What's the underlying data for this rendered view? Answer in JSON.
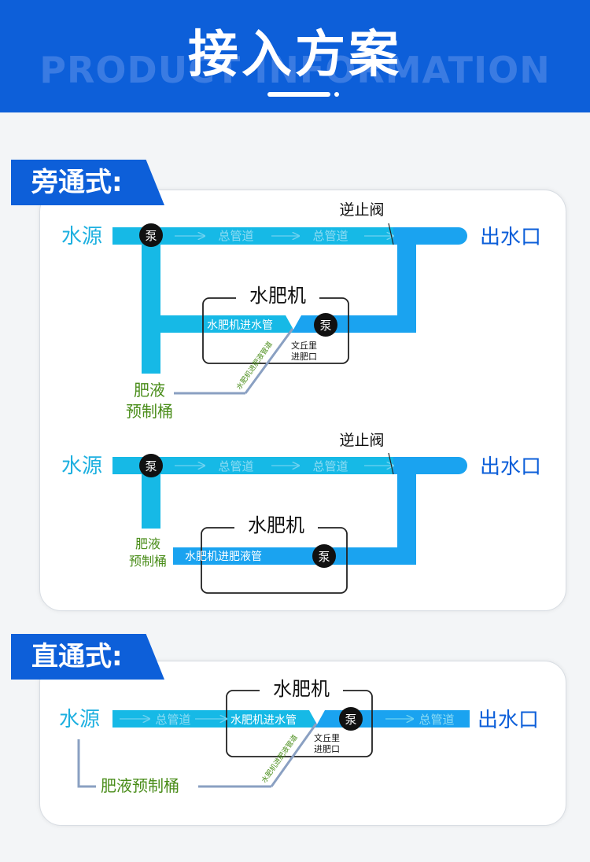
{
  "header": {
    "title": "接入方案",
    "bg_text": "PRODUCT INFORMATION"
  },
  "colors": {
    "brand_blue": "#0d5fd9",
    "pipe_cyan": "#16b9e6",
    "pipe_blue": "#1aa3f0",
    "fert_green": "#4a8d1a",
    "label_blue": "#1e8fe0"
  },
  "bypass": {
    "tag": "旁通式:",
    "d1": {
      "source": "水源",
      "pump": "泵",
      "main_pipe_1": "总管道",
      "main_pipe_2": "总管道",
      "check_valve": "逆止阀",
      "outlet": "出水口",
      "machine": "水肥机",
      "machine_inlet": "水肥机进水管",
      "machine_pump": "泵",
      "venturi_line1": "文丘里",
      "venturi_line2": "进肥口",
      "fert_pipe": "水肥机进肥液管道",
      "tank_line1": "肥液",
      "tank_line2": "预制桶"
    },
    "d2": {
      "source": "水源",
      "pump": "泵",
      "main_pipe_1": "总管道",
      "main_pipe_2": "总管道",
      "check_valve": "逆止阀",
      "outlet": "出水口",
      "machine": "水肥机",
      "machine_inlet": "水肥机进肥液管",
      "machine_pump": "泵",
      "tank_line1": "肥液",
      "tank_line2": "预制桶"
    }
  },
  "inline": {
    "tag": "直通式:",
    "source": "水源",
    "main_pipe_1": "总管道",
    "machine": "水肥机",
    "machine_inlet": "水肥机进水管",
    "machine_pump": "泵",
    "venturi_line1": "文丘里",
    "venturi_line2": "进肥口",
    "main_pipe_2": "总管道",
    "outlet": "出水口",
    "fert_pipe": "水肥机进肥液管道",
    "tank": "肥液预制桶"
  }
}
